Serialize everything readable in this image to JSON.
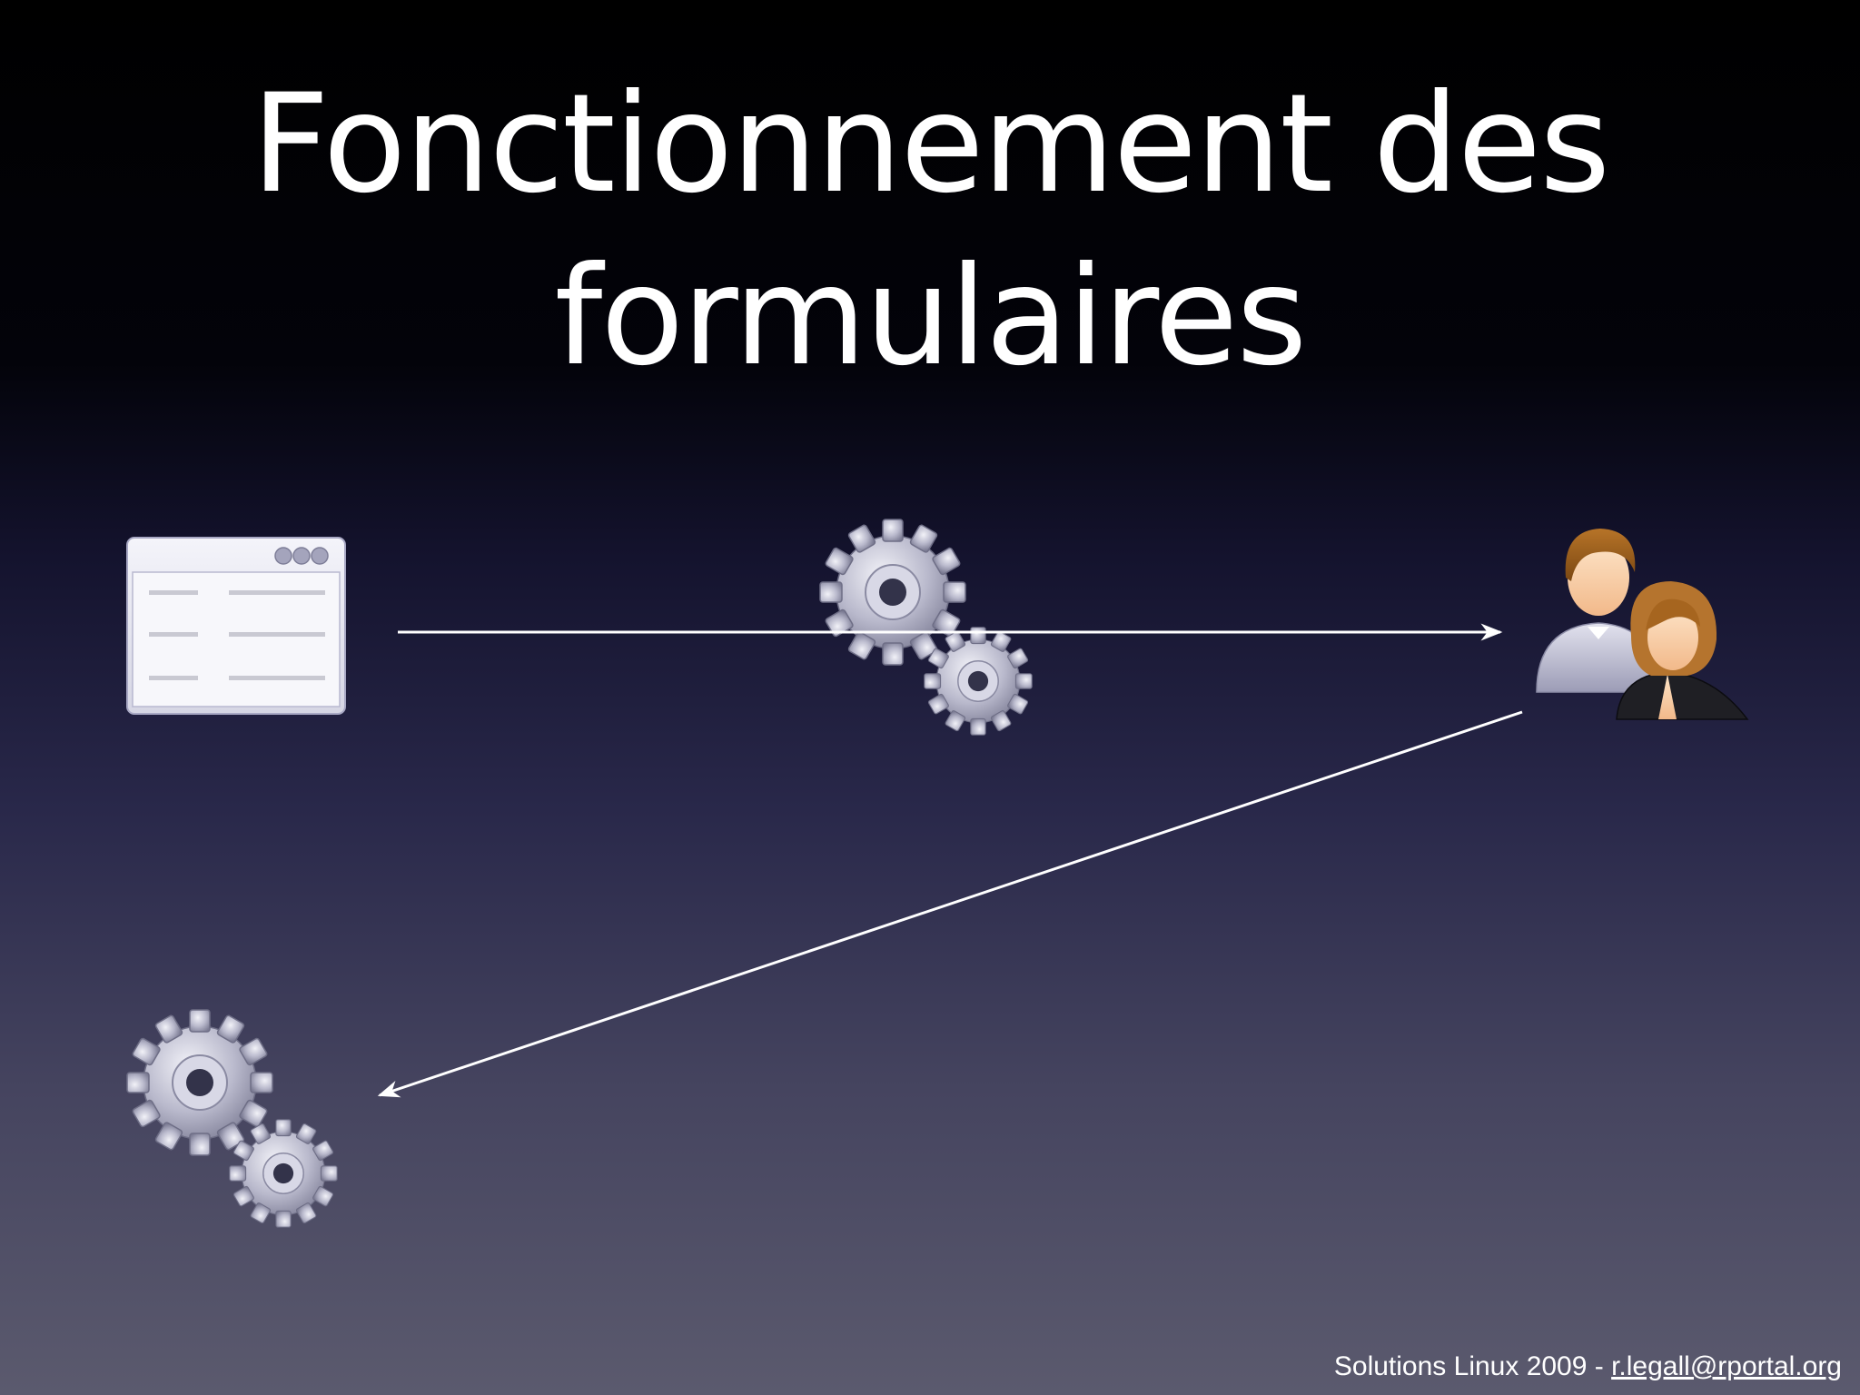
{
  "slide": {
    "title_line1": "Fonctionnement des",
    "title_line2": "formulaires"
  },
  "footer": {
    "text": "Solutions Linux 2009 - ",
    "link": "r.legall@rportal.org"
  },
  "icons": {
    "form": "form-window-icon",
    "server": "gears-icon",
    "users": "users-icon",
    "result": "gears-icon"
  },
  "colors": {
    "text": "#ffffff",
    "arrow": "#ffffff"
  }
}
